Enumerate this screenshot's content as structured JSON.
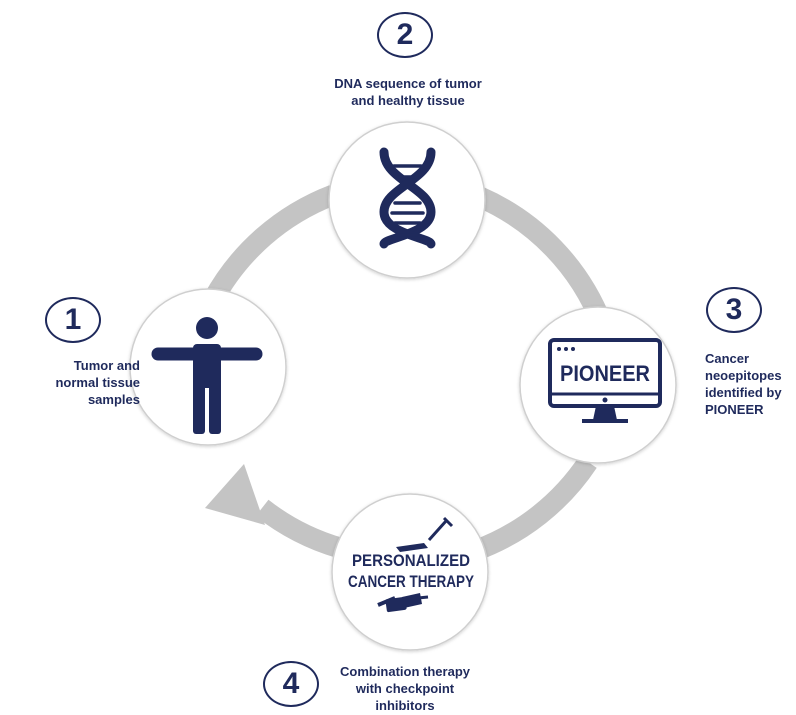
{
  "steps": [
    {
      "number": "1",
      "caption": "Tumor and\nnormal tissue\nsamples",
      "icon": "person-icon"
    },
    {
      "number": "2",
      "caption": "DNA sequence of tumor\nand healthy tissue",
      "icon": "dna-icon"
    },
    {
      "number": "3",
      "caption": "Cancer\nneoepitopes\nidentified by\nPIONEER",
      "icon": "monitor-icon",
      "screen_text": "PIONEER"
    },
    {
      "number": "4",
      "caption": "Combination therapy\nwith checkpoint\ninhibitors",
      "icon": "syringe-icon",
      "therapy_text_line1": "PERSONALIZED",
      "therapy_text_line2": "CANCER THERAPY"
    }
  ],
  "colors": {
    "navy": "#1f2a5c",
    "arrow": "#c4c4c4",
    "circle_border": "#cfcfcf"
  }
}
